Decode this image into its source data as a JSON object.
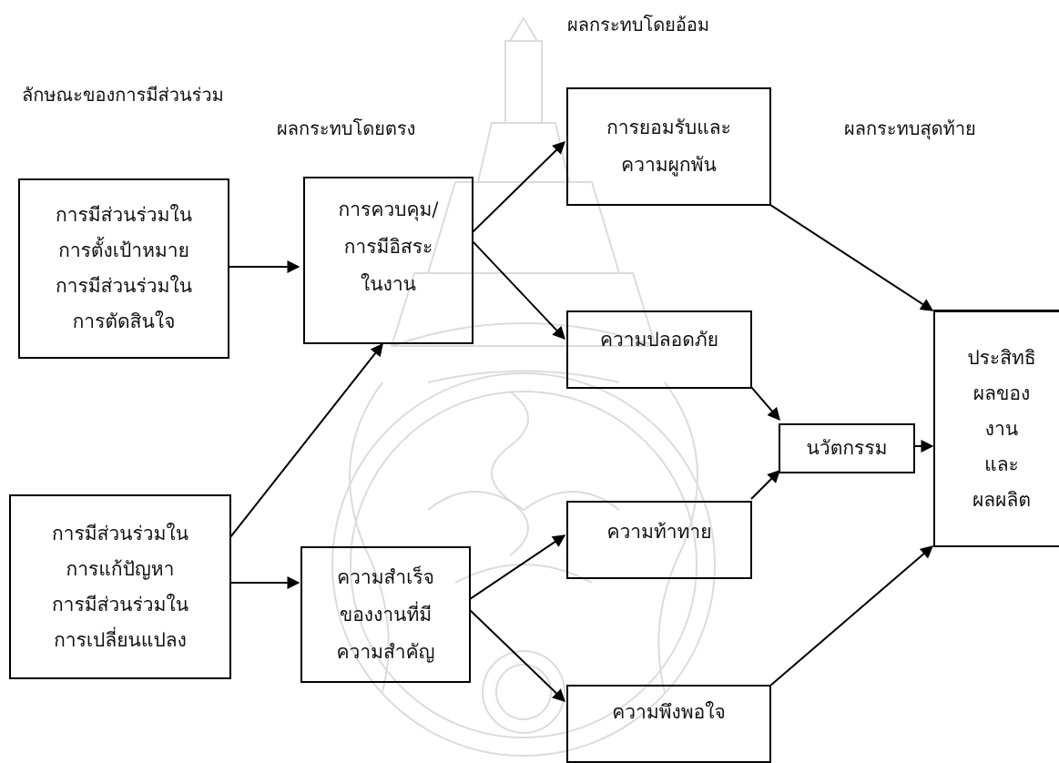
{
  "headings": {
    "characteristics": "ลักษณะของการมีส่วนร่วม",
    "direct": "ผลกระทบโดยตรง",
    "indirect": "ผลกระทบโดยอ้อม",
    "final": "ผลกระทบสุดท้าย"
  },
  "boxes": {
    "goal_decision": [
      "การมีส่วนร่วมใน",
      "การตั้งเป้าหมาย",
      "การมีส่วนร่วมใน",
      "การตัดสินใจ"
    ],
    "problem_change": [
      "การมีส่วนร่วมใน",
      "การแก้ปัญหา",
      "การมีส่วนร่วมใน",
      "การเปลี่ยนแปลง"
    ],
    "control": [
      "การควบคุม/",
      "การมีอิสระ",
      "ในงาน"
    ],
    "achievement": [
      "ความสำเร็จ",
      "ของงานที่มี",
      "ความสำคัญ"
    ],
    "acceptance": [
      "การยอมรับและ",
      "ความผูกพัน"
    ],
    "safety": [
      "ความปลอดภัย"
    ],
    "challenge": [
      "ความท้าทาย"
    ],
    "satisfaction": [
      "ความพึงพอใจ"
    ],
    "innovation": [
      "นวัตกรรม"
    ],
    "effectiveness": [
      "ประสิทธิ",
      "ผลของ",
      "งาน",
      "และ",
      "ผลผลิต"
    ]
  },
  "colors": {
    "stroke": "#000000",
    "watermark": "#d6d6d6"
  }
}
